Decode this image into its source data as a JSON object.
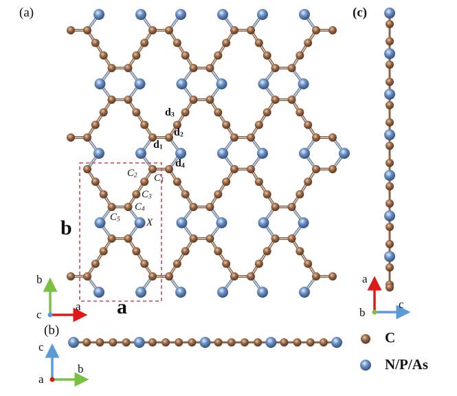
{
  "panels": {
    "a": "(a)",
    "b": "(b)",
    "c": "(c)"
  },
  "bond_labels": {
    "d1": "d",
    "d1_sub": "1",
    "d2": "d",
    "d2_sub": "2",
    "d3": "d",
    "d3_sub": "3",
    "d4": "d",
    "d4_sub": "4"
  },
  "atom_labels": {
    "c1": "C",
    "c1_sub": "1",
    "c2": "C",
    "c2_sub": "2",
    "c3": "C",
    "c3_sub": "3",
    "c4": "C",
    "c4_sub": "4",
    "c5": "C",
    "c5_sub": "5",
    "x": "X"
  },
  "cell_labels": {
    "a": "a",
    "b": "b"
  },
  "axes": {
    "a_panel": {
      "up": "b",
      "right": "a",
      "origin": "c"
    },
    "b_panel": {
      "up": "c",
      "right": "b",
      "origin": "a"
    },
    "c_panel": {
      "up": "a",
      "right": "c",
      "origin": "b"
    }
  },
  "legend": [
    {
      "label": "C",
      "color": "#8a5a3a"
    },
    {
      "label": "N/P/As",
      "color": "#5a80b8"
    }
  ],
  "colors": {
    "carbon": "#8a5a3a",
    "pnictogen": "#5a80b8",
    "axis_a": "#e01818",
    "axis_b": "#7ac043",
    "axis_c": "#5a9ad8",
    "cell_box": "#d04050"
  }
}
